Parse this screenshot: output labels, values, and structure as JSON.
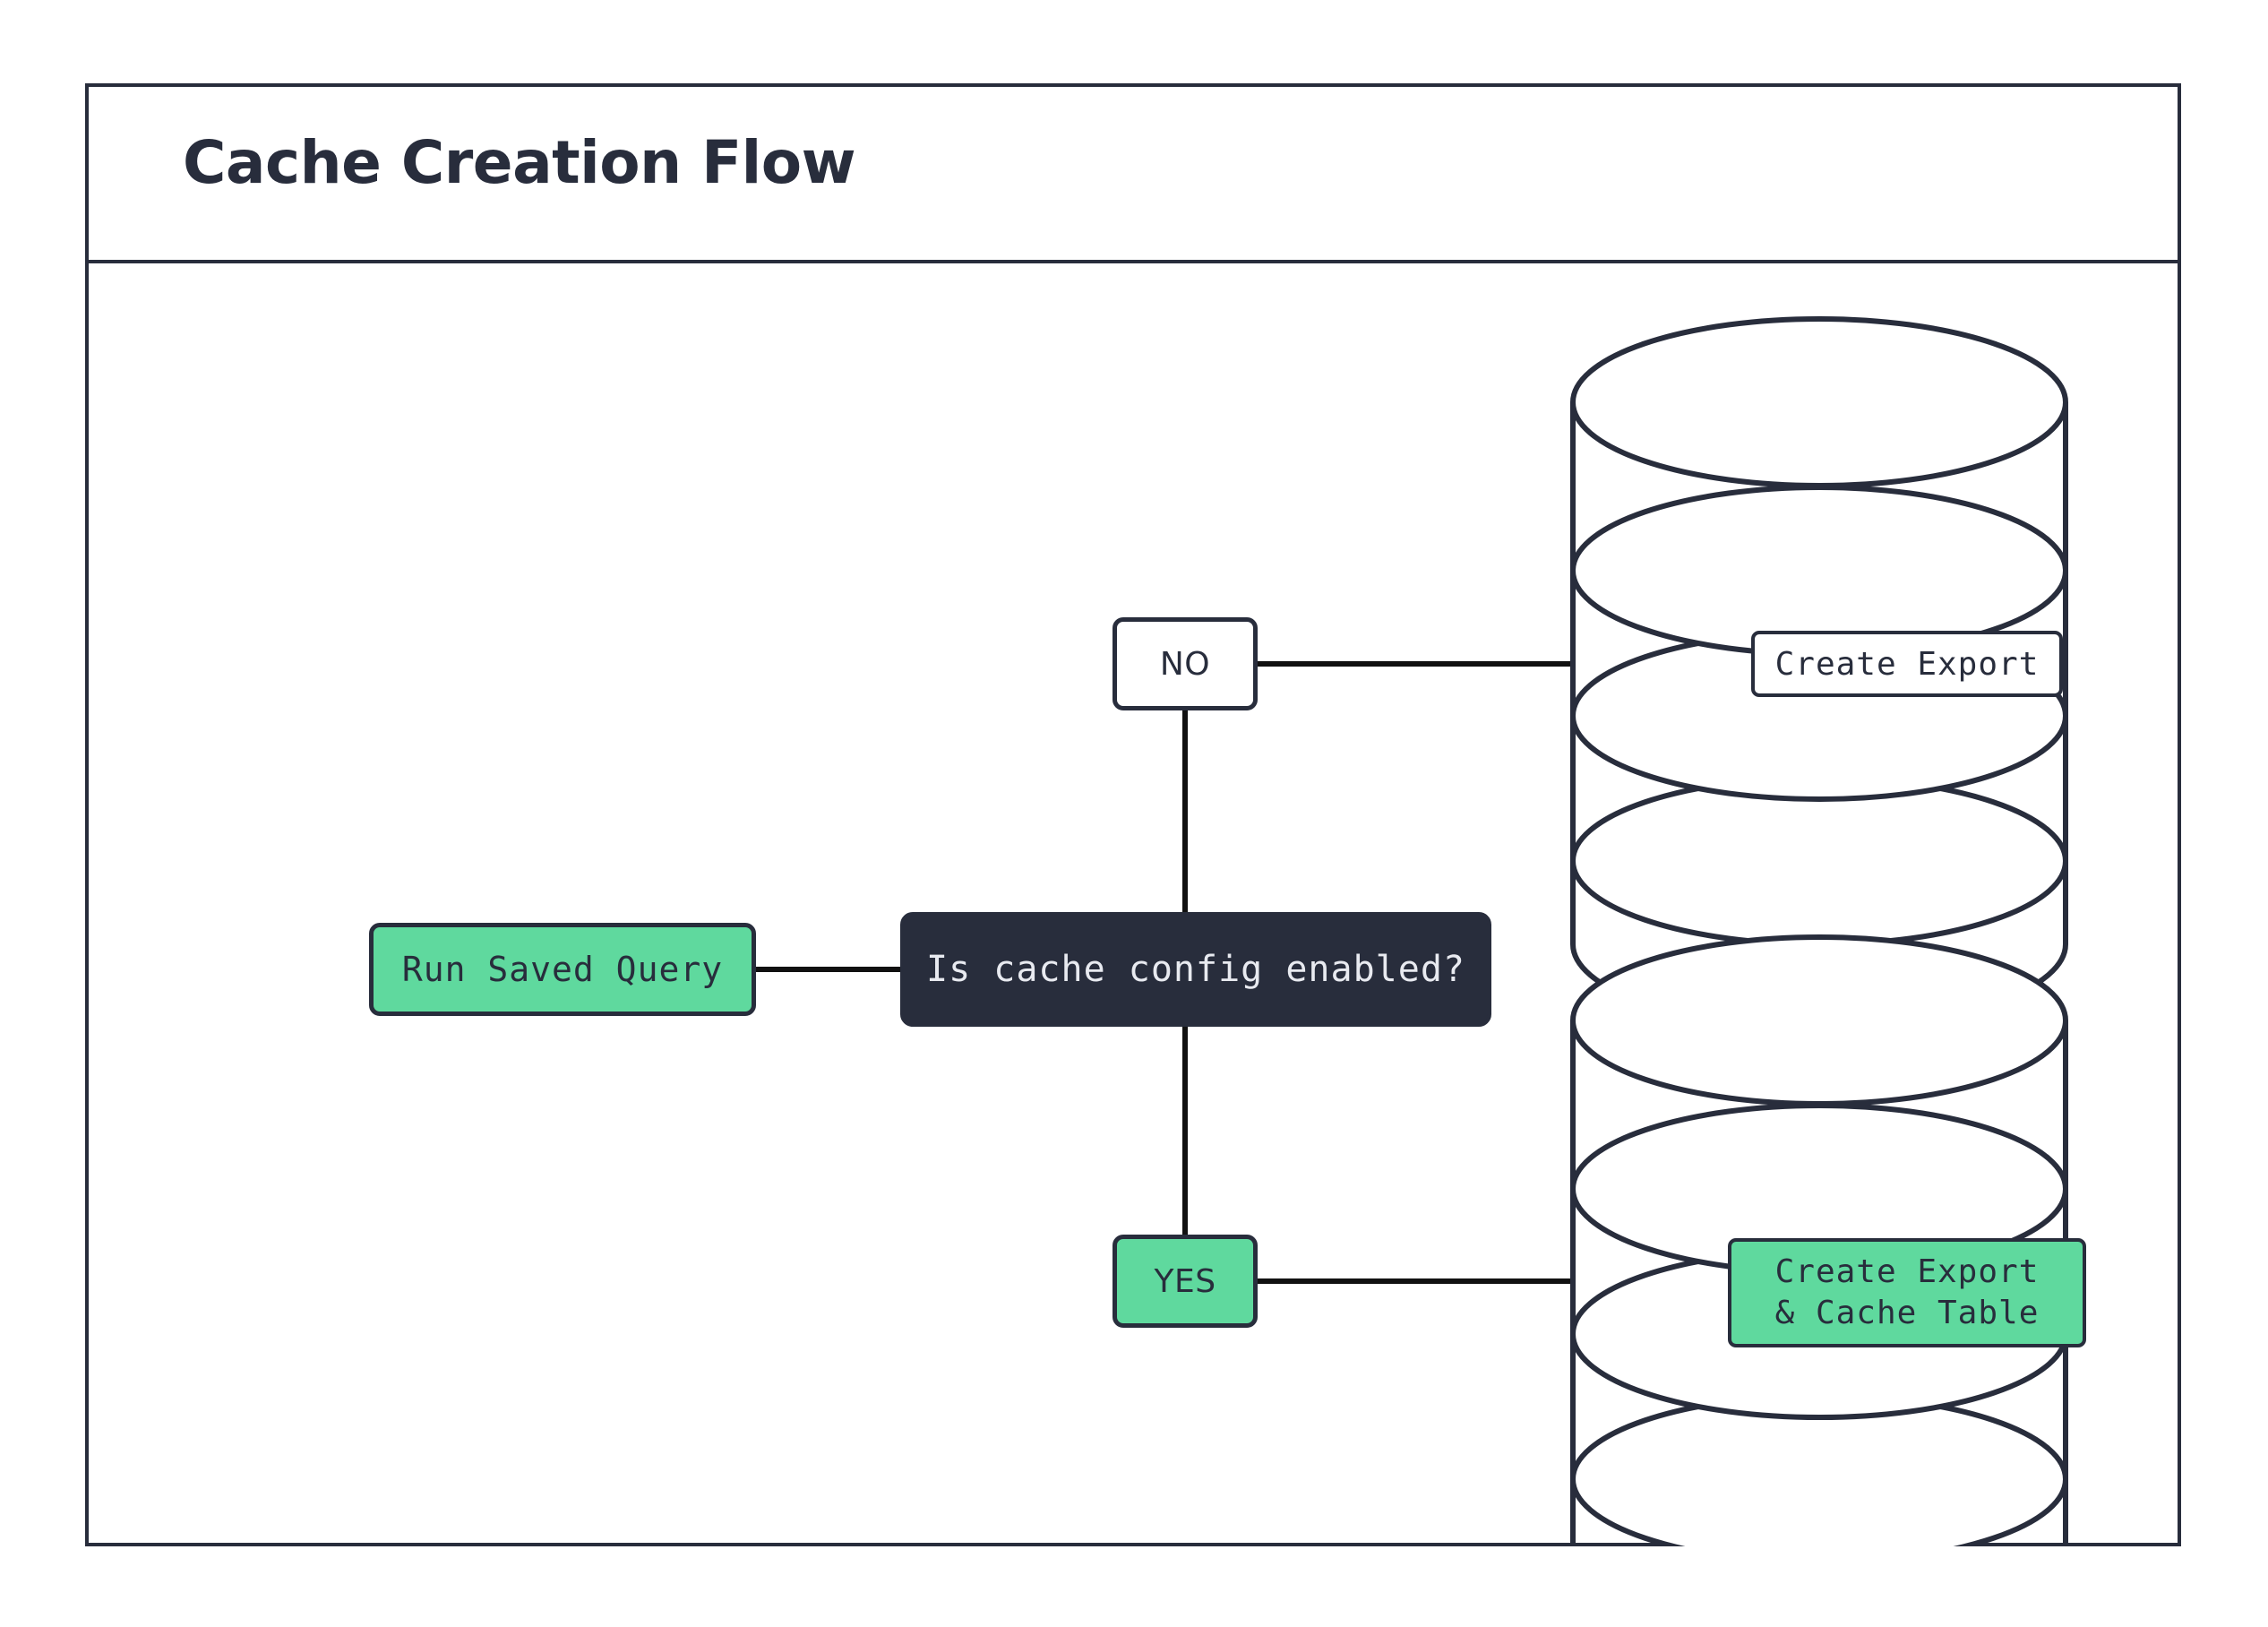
{
  "diagram": {
    "title": "Cache Creation Flow",
    "colors": {
      "ink": "#282d3c",
      "accent_green": "#5fd99e",
      "surface": "#ffffff",
      "decision_text": "#e8eaf0"
    },
    "nodes": {
      "run_saved_query": {
        "label": "Run Saved Query",
        "shape": "rounded-rect",
        "fill": "green"
      },
      "decision": {
        "label": "Is cache config enabled?",
        "shape": "rounded-rect",
        "fill": "dark"
      },
      "branch_no": {
        "label": "NO",
        "shape": "rounded-rect",
        "fill": "white"
      },
      "branch_yes": {
        "label": "YES",
        "shape": "rounded-rect",
        "fill": "green"
      },
      "create_export": {
        "label": "Create Export",
        "shape": "database-cylinder",
        "fill": "white"
      },
      "create_export_cache": {
        "label": "Create Export\n& Cache Table",
        "shape": "database-cylinder",
        "fill": "green"
      }
    },
    "edges": [
      {
        "from": "run_saved_query",
        "to": "decision",
        "orientation": "horizontal",
        "label": ""
      },
      {
        "from": "decision",
        "to": "branch_no",
        "orientation": "vertical",
        "label": ""
      },
      {
        "from": "decision",
        "to": "branch_yes",
        "orientation": "vertical",
        "label": ""
      },
      {
        "from": "branch_no",
        "to": "create_export",
        "orientation": "horizontal",
        "label": ""
      },
      {
        "from": "branch_yes",
        "to": "create_export_cache",
        "orientation": "horizontal",
        "label": ""
      }
    ]
  }
}
